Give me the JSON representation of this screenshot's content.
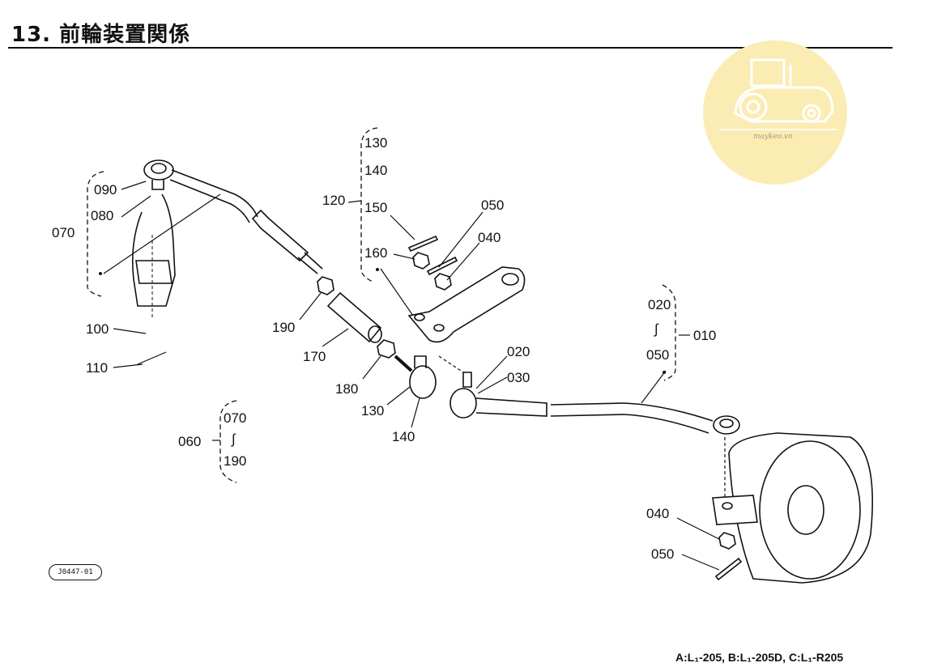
{
  "title": "13. 前輪装置関係",
  "watermark_text": "maykeo.vn",
  "watermark_color": "#fbecb3",
  "diagram_code": "J0447-01",
  "model_note": "A:L₁-205, B:L₁-205D, C:L₁-R205",
  "groups": {
    "g070": {
      "parent": "070",
      "range": [
        "090",
        "080"
      ]
    },
    "g120": {
      "parent": "120",
      "items": [
        "130",
        "140",
        "150",
        "160"
      ]
    },
    "g010": {
      "parent": "010",
      "from": "020",
      "sep": "∫",
      "to": "050"
    },
    "g060": {
      "parent": "060",
      "from": "070",
      "sep": "∫",
      "to": "190"
    }
  },
  "labels": {
    "l090": "090",
    "l080": "080",
    "l070": "070",
    "l100": "100",
    "l110": "110",
    "l190": "190",
    "l170": "170",
    "l180": "180",
    "l130a": "130",
    "l140a": "140",
    "l130b": "130",
    "l140b": "140",
    "l120": "120",
    "l150": "150",
    "l160": "160",
    "l050a": "050",
    "l040a": "040",
    "l020a": "020",
    "l030": "030",
    "l020b": "020",
    "l050b": "050",
    "l010": "010",
    "l040b": "040",
    "l050c": "050",
    "l060": "060",
    "l070b": "070",
    "l190b": "190"
  }
}
